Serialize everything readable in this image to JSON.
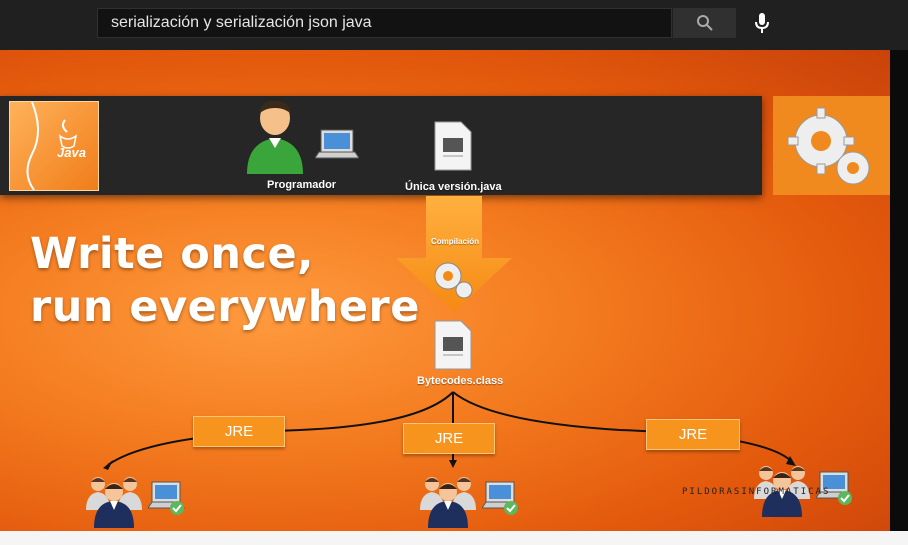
{
  "search": {
    "query": "serialización y serialización json java"
  },
  "icons": {
    "search": "search-icon",
    "mic": "microphone-icon",
    "java": "java-logo-icon",
    "gears": "gears-icon"
  },
  "slide": {
    "java_logo_text": "Java",
    "programmer_label": "Programador",
    "source_label": "Única versión.java",
    "compile_label": "Compilación",
    "bytecode_label": "Bytecodes.class",
    "headline_line1": "Write once,",
    "headline_line2": "run everywhere",
    "jre_labels": [
      "JRE",
      "JRE",
      "JRE"
    ],
    "watermark": "PILDORASINFORMATICAS"
  },
  "colors": {
    "orange": "#f47b1f",
    "dark_band": "#262626",
    "jre_box": "#f7941d"
  }
}
